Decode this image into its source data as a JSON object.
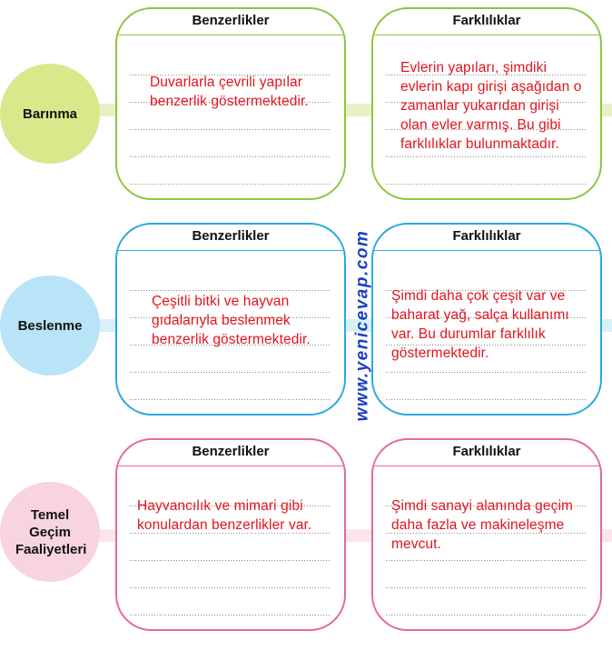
{
  "headers": {
    "similarities": "Benzerlikler",
    "differences": "Farklılıklar"
  },
  "watermark": "www.yenicevap.com",
  "rows": [
    {
      "category": "Barınma",
      "color": "#8cc63f",
      "circle_color": "#d9e88a",
      "connector_color": "#e9f1c4",
      "similarity": "Duvarlarla çevrili yapılar benzerlik göstermektedir.",
      "difference": "Evlerin yapıları, şimdiki evlerin kapı girişi aşağıdan o zamanlar yukarıdan girişi olan evler varmış. Bu gibi farklılıklar bulunmaktadır."
    },
    {
      "category": "Beslenme",
      "color": "#29a8e0",
      "circle_color": "#b9e3f6",
      "connector_color": "#d8f0fa",
      "similarity": "Çeşitli bitki ve hayvan gıdalarıyla beslenmek benzerlik göstermektedir.",
      "difference": "Şimdi daha çok çeşit var ve baharat yağ, salça kullanımı var. Bu durumlar farklılık göstermektedir."
    },
    {
      "category": "Temel Geçim Faaliyetleri",
      "color": "#e5679b",
      "circle_color": "#f8d3e1",
      "connector_color": "#fbe4ed",
      "similarity": "Hayvancılık ve mimari gibi konulardan benzerlikler var.",
      "difference": "Şimdi sanayi alanında geçim daha fazla ve makineleşme mevcut."
    }
  ]
}
